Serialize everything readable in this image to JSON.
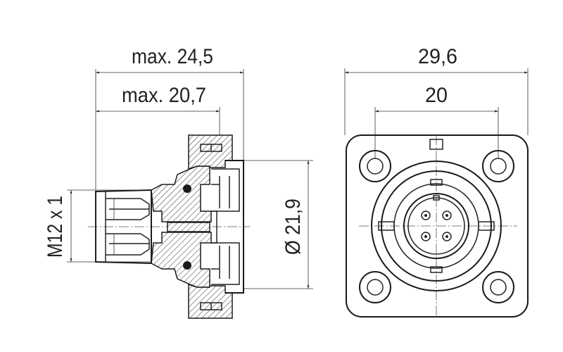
{
  "side_view": {
    "dim_overall": "max. 24,5",
    "dim_body": "max. 20,7",
    "dim_thread": "M12 x 1",
    "dim_diameter": "Ø 21,9"
  },
  "front_view": {
    "dim_flange": "29,6",
    "dim_holes": "20"
  }
}
